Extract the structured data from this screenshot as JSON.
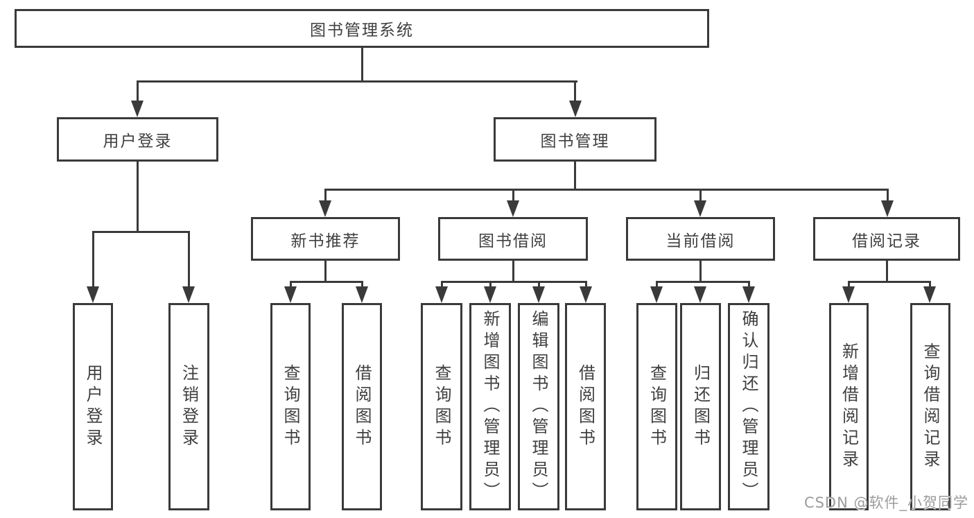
{
  "tree": {
    "root": "图书管理系统",
    "branches": [
      {
        "label": "用户登录",
        "children": [
          "用户登录",
          "注销登录"
        ]
      },
      {
        "label": "图书管理",
        "groups": [
          {
            "label": "新书推荐",
            "children": [
              "查询图书",
              "借阅图书"
            ]
          },
          {
            "label": "图书借阅",
            "children": [
              "查询图书",
              "新增图书（管理员）",
              "编辑图书（管理员）",
              "借阅图书"
            ]
          },
          {
            "label": "当前借阅",
            "children": [
              "查询图书",
              "归还图书",
              "确认归还（管理员）"
            ]
          },
          {
            "label": "借阅记录",
            "children": [
              "新增借阅记录",
              "查询借阅记录"
            ]
          }
        ]
      }
    ]
  },
  "watermark": {
    "text": "CSDN @软件_小贺同学"
  },
  "colors": {
    "line": "#3a3a3a",
    "text": "#3f3f3f",
    "watermark": "#9c9c9c",
    "background": "#ffffff"
  }
}
